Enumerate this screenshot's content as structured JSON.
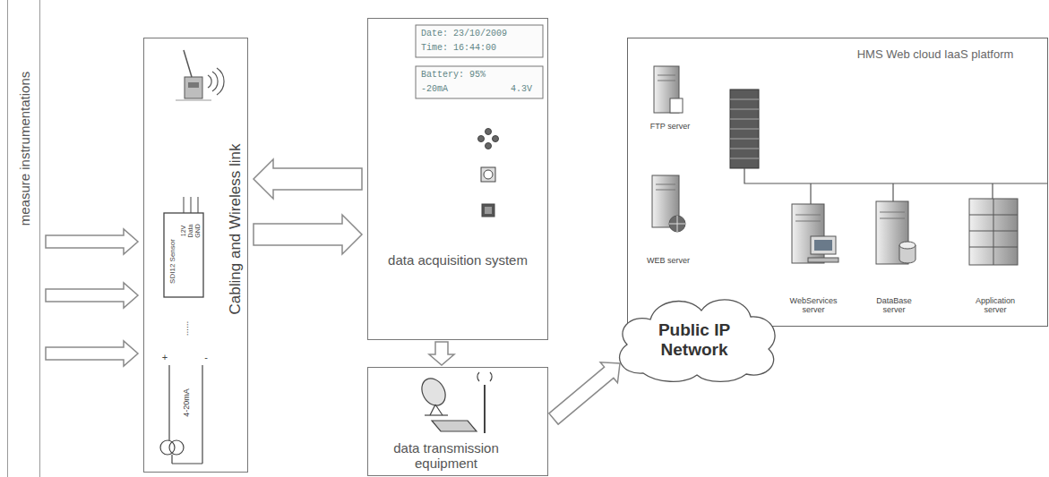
{
  "diagram": {
    "nodes": [
      {
        "text": [
          "measure instrumentations"
        ]
      },
      {
        "text": [
          "Cabling and Wireless link"
        ]
      },
      {
        "text": [
          "data acquisition system"
        ]
      },
      {
        "text": [
          "data transmission equipment"
        ]
      },
      {
        "text": [
          "HMS Web cloud IaaS platform"
        ]
      },
      {
        "text": [
          "FTP server"
        ],
        "in": 4
      },
      {
        "text": [
          "WEB server"
        ],
        "in": 4
      },
      {
        "text": [
          "WebServices server"
        ],
        "in": 4
      },
      {
        "text": [
          "DataBase server"
        ],
        "in": 4
      },
      {
        "text": [
          "Application server"
        ],
        "in": 4
      },
      {
        "text": [
          "Public IP Network"
        ]
      }
    ],
    "edges": [
      {
        "from": 0,
        "to": 1,
        "arrow": "to"
      },
      {
        "from": 0,
        "to": 1,
        "arrow": "to"
      },
      {
        "from": 0,
        "to": 1,
        "arrow": "to"
      },
      {
        "from": 2,
        "to": 1,
        "arrow": "to"
      },
      {
        "from": 1,
        "to": 2,
        "arrow": "to"
      },
      {
        "from": 2,
        "to": 3,
        "arrow": "to"
      },
      {
        "from": 3,
        "to": 10,
        "arrow": "to"
      }
    ],
    "labels": [
      "12V",
      "Data",
      "GND",
      "SDI12 Sensor",
      "......",
      "4-20mA",
      "+",
      "-",
      "Date: 23/10/2009",
      "Time: 16:44:00",
      "Battery: 95%",
      "-20mA",
      "4.3V"
    ]
  }
}
